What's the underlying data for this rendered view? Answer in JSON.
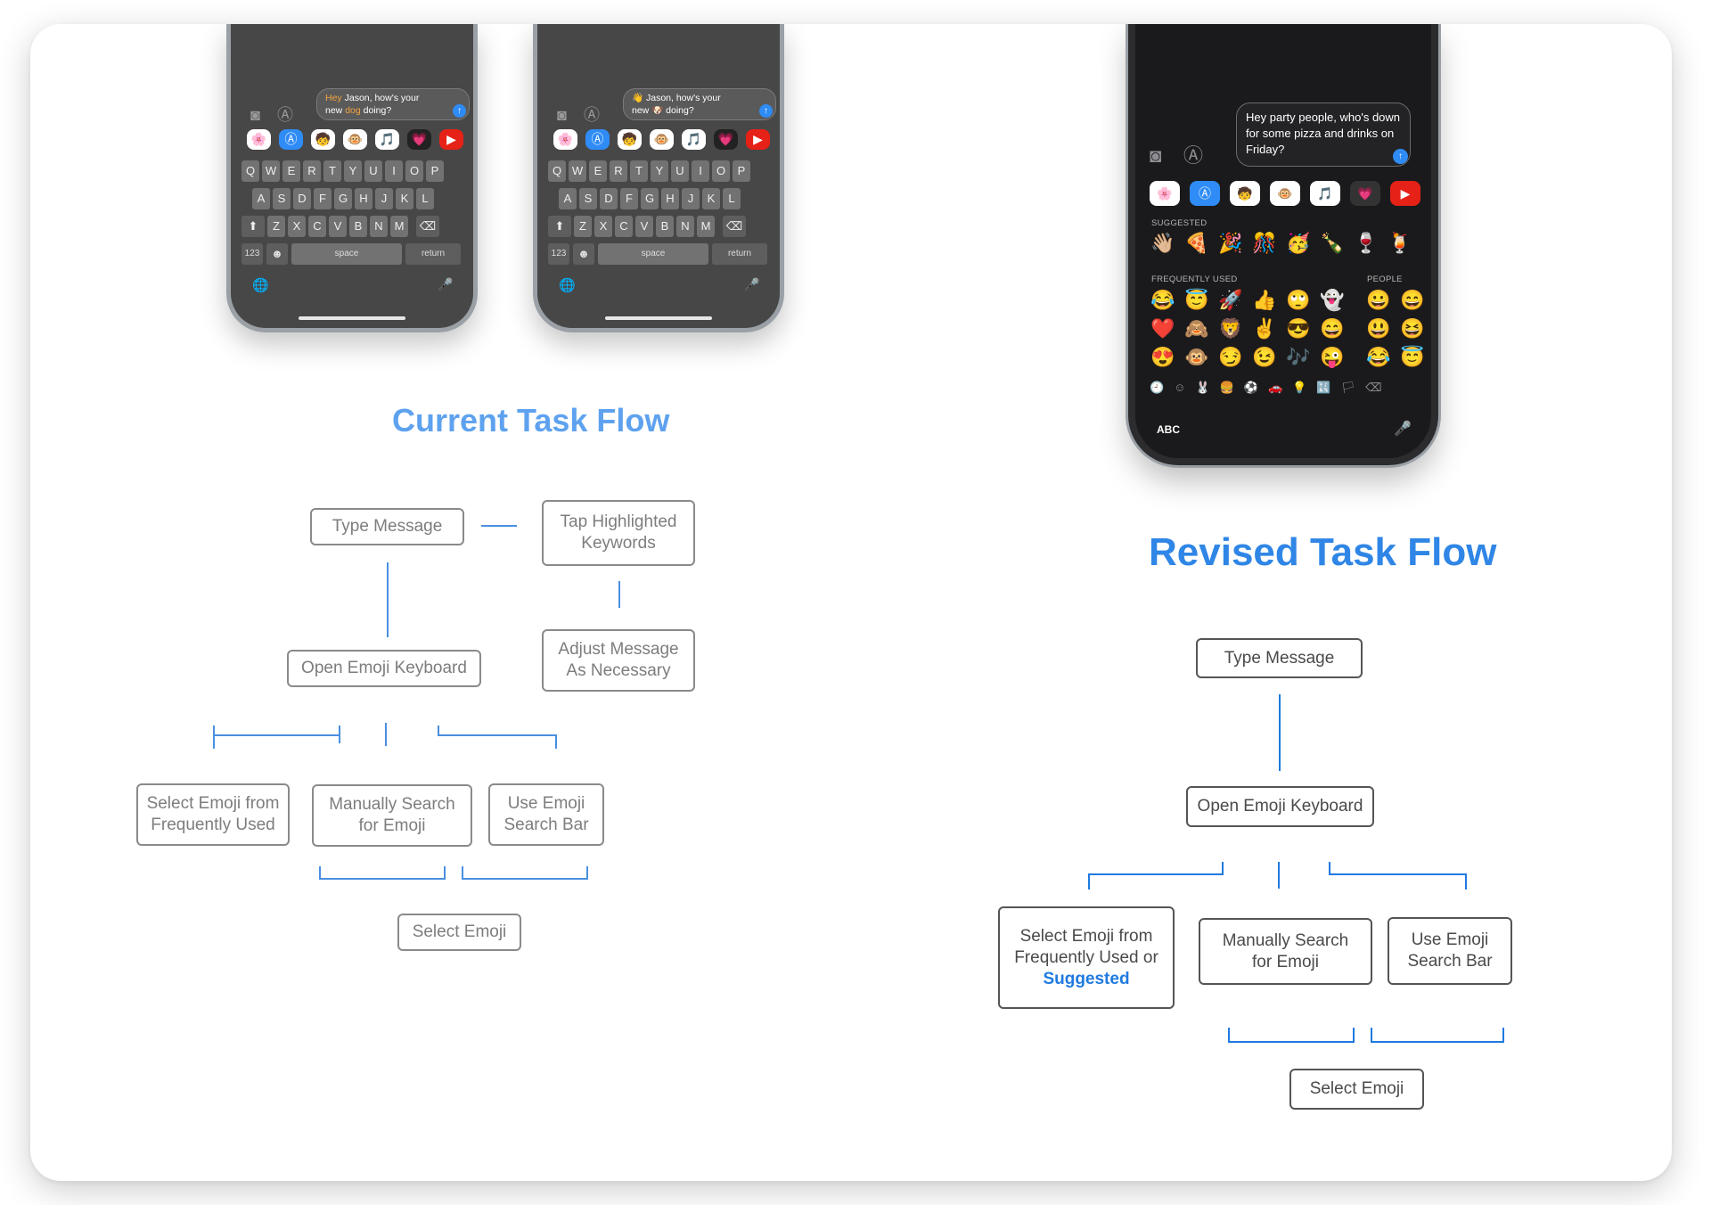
{
  "phone_current": {
    "message_a": {
      "keyword1": "Hey",
      "part1": " Jason, how's your",
      "line2a": "new ",
      "keyword2": "dog",
      "part2": " doing?"
    },
    "message_b": {
      "line1": "👋 Jason, how's your",
      "line2": "new 🐶 doing?"
    },
    "send_icon": "↑",
    "camera_icon": "camera-icon",
    "appstore_icon": "app-store-icon",
    "apps": [
      "🌸",
      "Ⓐ",
      "🧒",
      "🐵",
      "🎵",
      "💗",
      "▶"
    ],
    "rows": [
      [
        "Q",
        "W",
        "E",
        "R",
        "T",
        "Y",
        "U",
        "I",
        "O",
        "P"
      ],
      [
        "A",
        "S",
        "D",
        "F",
        "G",
        "H",
        "J",
        "K",
        "L"
      ],
      [
        "Z",
        "X",
        "C",
        "V",
        "B",
        "N",
        "M"
      ]
    ],
    "shift": "⬆",
    "delete": "⌫",
    "numbers": "123",
    "emoji_key": "☻",
    "space": "space",
    "return": "return",
    "globe": "🌐",
    "mic": "🎤"
  },
  "phone_revised": {
    "message": "Hey party people, who's down for some pizza and drinks on Friday?",
    "send_icon": "↑",
    "apps": [
      "🌸",
      "Ⓐ",
      "🧒",
      "🐵",
      "🎵",
      "💗",
      "▶"
    ],
    "suggested_label": "SUGGESTED",
    "suggested": [
      "👋🏼",
      "🍕",
      "🎉",
      "🎊",
      "🥳",
      "🍾",
      "🍷",
      "🍹"
    ],
    "frequently_used_label": "FREQUENTLY USED",
    "people_label": "PEOPLE",
    "frequent": [
      "😂",
      "😇",
      "🚀",
      "👍",
      "🙄",
      "👻",
      "❤️",
      "🙈",
      "🦁",
      "✌️",
      "😎",
      "😄",
      "😍",
      "🐵",
      "😏",
      "😉",
      "🎶",
      "😜"
    ],
    "people": [
      "😀",
      "😄",
      "😃",
      "😆",
      "😂",
      "😇"
    ],
    "categories": [
      "🕘",
      "☺",
      "🐰",
      "🍔",
      "⚽",
      "🚗",
      "💡",
      "🔣",
      "🏳",
      "⌫"
    ],
    "abc": "ABC",
    "mic": "🎤"
  },
  "current_flow": {
    "title_light": "Current",
    "title_strong": "Task Flow",
    "type_message": "Type Message",
    "tap_line1": "Tap Highlighted",
    "tap_line2": "Keywords",
    "adjust_line1": "Adjust Message",
    "adjust_line2": "As Necessary",
    "open_emoji": "Open Emoji Keyboard",
    "select_freq_line1": "Select Emoji from",
    "select_freq_line2": "Frequently Used",
    "manual_line1": "Manually Search",
    "manual_line2": "for Emoji",
    "use_search_line1": "Use Emoji",
    "use_search_line2": "Search Bar",
    "select_emoji": "Select Emoji"
  },
  "revised_flow": {
    "title_light": "Revised",
    "title_strong": "Task Flow",
    "type_message": "Type Message",
    "open_emoji": "Open Emoji Keyboard",
    "select_line1": "Select Emoji from",
    "select_line2": "Frequently Used or",
    "select_line3": "Suggested",
    "manual_line1": "Manually Search",
    "manual_line2": "for Emoji",
    "use_search_line1": "Use Emoji",
    "use_search_line2": "Search Bar",
    "select_emoji": "Select Emoji"
  },
  "colors": {
    "accent": "#2f86e6",
    "accent_light": "#5ea2ef",
    "connector": "#4a8fe0",
    "box_border": "#8a8a8a"
  }
}
